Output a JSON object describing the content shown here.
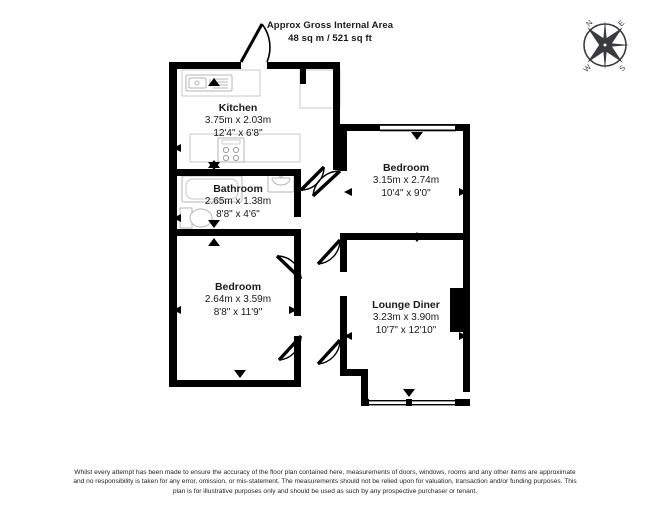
{
  "header": {
    "line1": "Approx Gross Internal Area",
    "line2": "48 sq m / 521 sq ft"
  },
  "compass": {
    "icon": "compass-rose-icon",
    "north": "N",
    "east": "E",
    "south": "S",
    "west": "W"
  },
  "rooms": [
    {
      "name": "Kitchen",
      "metric": "3.75m x 2.03m",
      "imperial": "12'4\" x 6'8\"",
      "fixtures": [
        "sink-fixture",
        "hob-fixture",
        "counter-fixture"
      ]
    },
    {
      "name": "Bathroom",
      "metric": "2.65m x 1.38m",
      "imperial": "8'8\" x 4'6\"",
      "fixtures": [
        "bath-fixture",
        "toilet-fixture",
        "basin-fixture"
      ]
    },
    {
      "name": "Bedroom",
      "metric": "3.15m x 2.74m",
      "imperial": "10'4\" x 9'0\"",
      "fixtures": []
    },
    {
      "name": "Bedroom",
      "metric": "2.64m x 3.59m",
      "imperial": "8'8\" x 11'9\"",
      "fixtures": []
    },
    {
      "name": "Lounge Diner",
      "metric": "3.23m x 3.90m",
      "imperial": "10'7\" x 12'10\"",
      "fixtures": [
        "chimney-breast-fixture"
      ]
    }
  ],
  "disclaimer": "Whilst every attempt has been made to ensure the accuracy of the floor plan contained here, measurements of doors, windows, rooms and any other items are approximate and no responsibility is taken for any error, omission, or mis-statement. The measurements should not be relied upon for valuation, transaction and/or funding purposes. This plan is for illustrative purposes only and should be used as such by any prospective purchaser or tenant.",
  "colors": {
    "wall": "#000000",
    "background": "#ffffff",
    "fixture_outline": "#cccccc",
    "text": "#1a1a1a",
    "compass": "#3a3a42"
  }
}
